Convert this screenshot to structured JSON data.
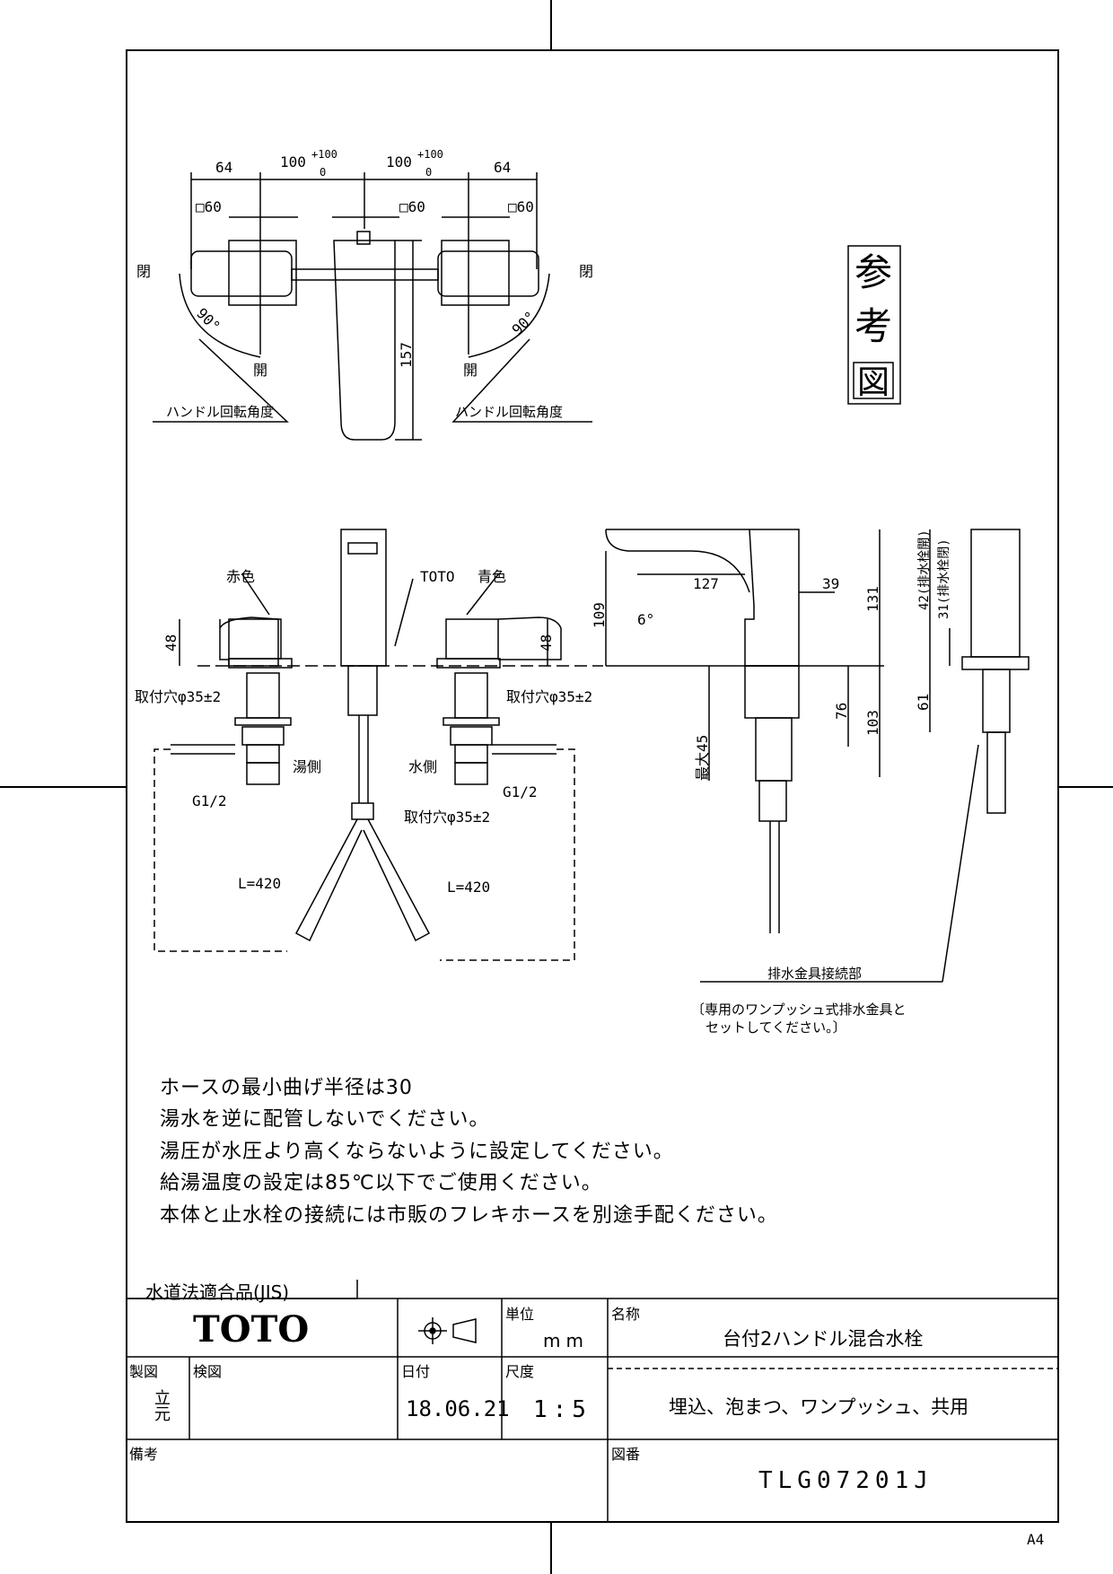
{
  "top_view": {
    "dim_64_left": "64",
    "dim_100_left": "100",
    "dim_100_left_tol_upper": "+100",
    "dim_100_left_tol_lower": "0",
    "dim_100_right": "100",
    "dim_100_right_tol_upper": "+100",
    "dim_100_right_tol_lower": "0",
    "dim_64_right": "64",
    "sq60_1": "□60",
    "sq60_2": "□60",
    "sq60_3": "□60",
    "closed_left": "閉",
    "closed_right": "閉",
    "open_left": "開",
    "open_right": "開",
    "angle_left": "90°",
    "angle_right": "90°",
    "dim_157": "157",
    "handle_angle_left": "ハンドル回転角度",
    "handle_angle_right": "ハンドル回転角度"
  },
  "reference_stamp": [
    "参",
    "考",
    "図"
  ],
  "front_view": {
    "red": "赤色",
    "blue": "青色",
    "toto": "TOTO",
    "dim_48_left": "48",
    "dim_48_right": "48",
    "hole_left": "取付穴φ35±2",
    "hole_right": "取付穴φ35±2",
    "hole_center": "取付穴φ35±2",
    "hot_side": "湯側",
    "water_side": "水側",
    "g12_left": "G1/2",
    "g12_right": "G1/2",
    "hose_left": "L=420",
    "hose_right": "L=420"
  },
  "side_view": {
    "dim_127": "127",
    "dim_39": "39",
    "dim_109": "109",
    "angle_6": "6°",
    "dim_131": "131",
    "dim_76": "76",
    "dim_103": "103",
    "max45": "最大45",
    "drain_open": "42(排水栓開)",
    "drain_closed": "31(排水栓閉)",
    "dim_61": "61",
    "drain_fitting": "排水金具接続部",
    "drain_note_1": "〔専用のワンプッシュ式排水金具と",
    "drain_note_2": "セットしてください。〕"
  },
  "notes": [
    "ホースの最小曲げ半径は30",
    "湯水を逆に配管しないでください。",
    "湯圧が水圧より高くならないように設定してください。",
    "給湯温度の設定は85℃以下でご使用ください。",
    "本体と止水栓の接続には市販のフレキホースを別途手配ください。"
  ],
  "title_block": {
    "jis": "水道法適合品(JIS)",
    "brand": "TOTO",
    "unit_label": "単位",
    "unit": "mm",
    "name_label": "名称",
    "name": "台付2ハンドル混合水栓",
    "subname": "埋込、泡まつ、ワンプッシュ、共用",
    "drawn_label": "製図",
    "drawn_by": "立元",
    "check_label": "検図",
    "date_label": "日付",
    "date": "18.06.21",
    "scale_label": "尺度",
    "scale": "1:5",
    "remarks_label": "備考",
    "drawing_no_label": "図番",
    "drawing_no": "TLG07201J",
    "paper": "A4"
  }
}
